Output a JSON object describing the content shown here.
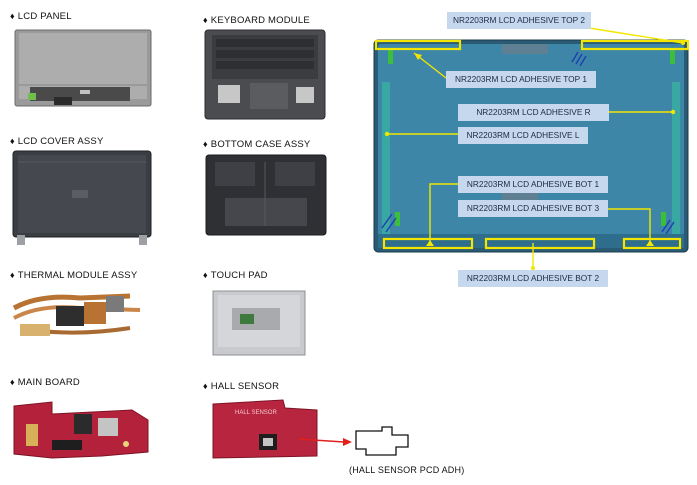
{
  "parts": [
    {
      "marker": "♦",
      "name": "LCD PANEL"
    },
    {
      "marker": "♦",
      "name": "KEYBOARD MODULE"
    },
    {
      "marker": "♦",
      "name": "LCD COVER ASSY"
    },
    {
      "marker": "♦",
      "name": "BOTTOM CASE ASSY"
    },
    {
      "marker": "♦",
      "name": "THERMAL MODULE ASSY"
    },
    {
      "marker": "♦",
      "name": "TOUCH PAD"
    },
    {
      "marker": "♦",
      "name": "MAIN BOARD"
    },
    {
      "marker": "♦",
      "name": "HALL SENSOR"
    }
  ],
  "adhesives": {
    "top2": "NR2203RM LCD ADHESIVE TOP 2",
    "top1": "NR2203RM LCD ADHESIVE TOP 1",
    "r": "NR2203RM LCD ADHESIVE R",
    "l": "NR2203RM LCD ADHESIVE L",
    "bot1": "NR2203RM LCD ADHESIVE BOT 1",
    "bot3": "NR2203RM LCD ADHESIVE BOT 3",
    "bot2": "NR2203RM LCD ADHESIVE BOT 2"
  },
  "hall_sensor_adh_label": "(HALL SENSOR PCD ADH)",
  "hall_sensor_print": "HALL SENSOR",
  "colors": {
    "callout_bg": "#c6d8ee",
    "leader": "#f2e600",
    "highlight": "#f2e600",
    "panel_blue": "#3d86a8",
    "adhesive_strip": "#3aa8a2",
    "pcb_red": "#b4213a",
    "hall_arrow": "#e0201c"
  }
}
